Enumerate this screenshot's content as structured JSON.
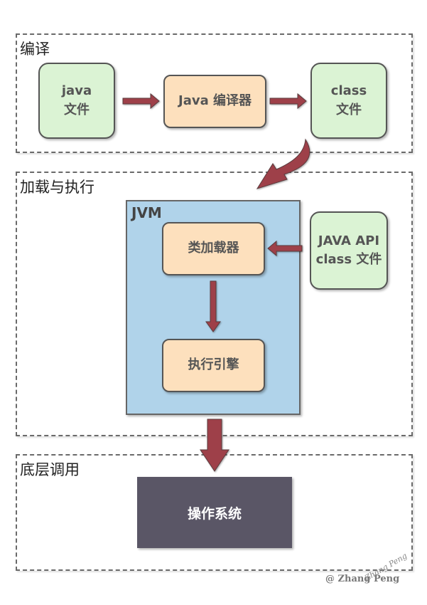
{
  "sections": {
    "compile": {
      "title": "编译"
    },
    "load_execute": {
      "title": "加载与执行"
    },
    "os_call": {
      "title": "底层调用"
    }
  },
  "nodes": {
    "java_file": {
      "line1": "java",
      "line2": "文件"
    },
    "java_compiler": {
      "label": "Java 编译器"
    },
    "class_file": {
      "line1": "class",
      "line2": "文件"
    },
    "jvm": {
      "label": "JVM"
    },
    "class_loader": {
      "label": "类加载器"
    },
    "exec_engine": {
      "label": "执行引擎"
    },
    "java_api": {
      "line1": "JAVA API",
      "line2": "class 文件"
    },
    "os": {
      "label": "操作系统"
    }
  },
  "colors": {
    "arrow": "#9e414a",
    "source_box": "#dbf3d4",
    "process_box": "#fde0bd",
    "jvm_bg": "#b0d3ea",
    "os_bg": "#5a5666"
  },
  "watermark": {
    "text": "@ Zhang Peng",
    "signature": "Zhang Peng"
  }
}
